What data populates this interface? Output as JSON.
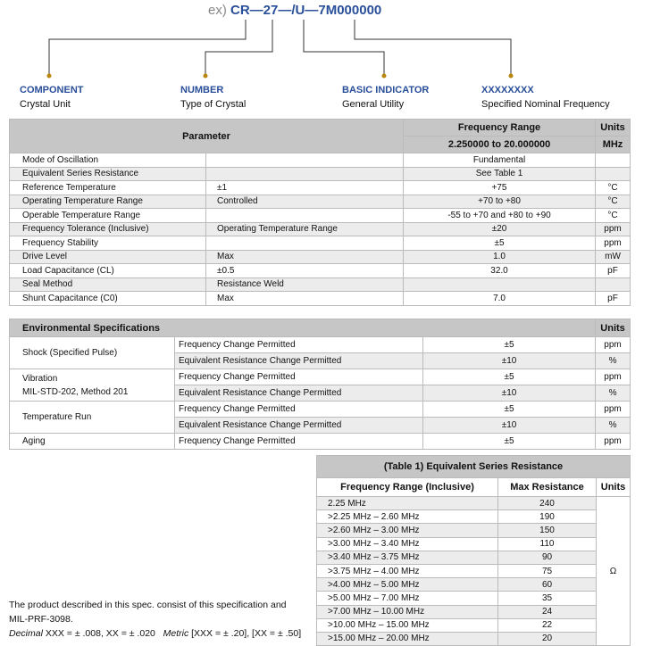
{
  "part_number": {
    "prefix": "ex)",
    "code": "CR—27—/U—7M000000"
  },
  "labels": [
    {
      "heading": "COMPONENT",
      "desc": "Crystal Unit"
    },
    {
      "heading": "NUMBER",
      "desc": "Type of Crystal"
    },
    {
      "heading": "BASIC INDICATOR",
      "desc": "General Utility"
    },
    {
      "heading": "XXXXXXXX",
      "desc": "Specified Nominal Frequency"
    }
  ],
  "colors": {
    "accent": "#2a4f9a",
    "dot": "#b8860b",
    "header_bg": "#c6c6c6",
    "stripe": "#ececec"
  },
  "main_table": {
    "header": {
      "parameter": "Parameter",
      "freq_range": "Frequency Range",
      "freq_value": "2.250000 to 20.000000",
      "units": "Units",
      "units_value": "MHz"
    },
    "rows": [
      {
        "param": "Mode of Oscillation",
        "cond": "",
        "value": "Fundamental",
        "unit": ""
      },
      {
        "param": "Equivalent Series Resistance",
        "cond": "",
        "value": "See Table 1",
        "unit": ""
      },
      {
        "param": "Reference Temperature",
        "cond": "±1",
        "value": "+75",
        "unit": "°C"
      },
      {
        "param": "Operating Temperature Range",
        "cond": "Controlled",
        "value": "+70 to +80",
        "unit": "°C"
      },
      {
        "param": "Operable Temperature Range",
        "cond": "",
        "value": "-55 to +70 and +80 to +90",
        "unit": "°C"
      },
      {
        "param": "Frequency Tolerance (Inclusive)",
        "cond": "Operating Temperature Range",
        "value": "±20",
        "unit": "ppm"
      },
      {
        "param": "Frequency Stability",
        "cond": "",
        "value": "±5",
        "unit": "ppm"
      },
      {
        "param": "Drive Level",
        "cond": "Max",
        "value": "1.0",
        "unit": "mW"
      },
      {
        "param": "Load Capacitance (CL)",
        "cond": "±0.5",
        "value": "32.0",
        "unit": "pF"
      },
      {
        "param": "Seal Method",
        "cond": "Resistance Weld",
        "value": "",
        "unit": ""
      },
      {
        "param": "Shunt Capacitance (C0)",
        "cond": "Max",
        "value": "7.0",
        "unit": "pF"
      }
    ]
  },
  "env_table": {
    "title": "Environmental Specifications",
    "units": "Units",
    "groups": [
      {
        "name": "Shock (Specified Pulse)",
        "sub": "",
        "rows": [
          {
            "item": "Frequency Change Permitted",
            "value": "±5",
            "unit": "ppm"
          },
          {
            "item": "Equivalent Resistance Change Permitted",
            "value": "±10",
            "unit": "%"
          }
        ]
      },
      {
        "name": "Vibration",
        "sub": "MIL-STD-202, Method 201",
        "rows": [
          {
            "item": "Frequency Change Permitted",
            "value": "±5",
            "unit": "ppm"
          },
          {
            "item": "Equivalent Resistance Change Permitted",
            "value": "±10",
            "unit": "%"
          }
        ]
      },
      {
        "name": "Temperature Run",
        "sub": "",
        "rows": [
          {
            "item": "Frequency Change Permitted",
            "value": "±5",
            "unit": "ppm"
          },
          {
            "item": "Equivalent Resistance Change Permitted",
            "value": "±10",
            "unit": "%"
          }
        ]
      },
      {
        "name": "Aging",
        "sub": "",
        "rows": [
          {
            "item": "Frequency Change Permitted",
            "value": "±5",
            "unit": "ppm"
          }
        ]
      }
    ]
  },
  "table1": {
    "title": "(Table 1) Equivalent Series Resistance",
    "headers": [
      "Frequency Range (Inclusive)",
      "Max Resistance",
      "Units"
    ],
    "unit": "Ω",
    "rows": [
      [
        "2.25 MHz",
        "240"
      ],
      [
        ">2.25 MHz – 2.60 MHz",
        "190"
      ],
      [
        ">2.60 MHz – 3.00 MHz",
        "150"
      ],
      [
        ">3.00 MHz – 3.40 MHz",
        "110"
      ],
      [
        ">3.40 MHz – 3.75 MHz",
        "90"
      ],
      [
        ">3.75 MHz – 4.00 MHz",
        "75"
      ],
      [
        ">4.00 MHz – 5.00 MHz",
        "60"
      ],
      [
        ">5.00 MHz – 7.00 MHz",
        "35"
      ],
      [
        ">7.00 MHz – 10.00 MHz",
        "24"
      ],
      [
        ">10.00 MHz – 15.00 MHz",
        "22"
      ],
      [
        ">15.00 MHz – 20.00 MHz",
        "20"
      ]
    ]
  },
  "note": {
    "line1": "The product described in this spec. consist of this specification and",
    "line2": "MIL-PRF-3098.",
    "decimal_label": "Decimal",
    "decimal_text": " XXX = ± .008, XX = ± .020   ",
    "metric_label": "Metric",
    "metric_text": " [XXX = ± .20], [XX = ± .50]"
  }
}
